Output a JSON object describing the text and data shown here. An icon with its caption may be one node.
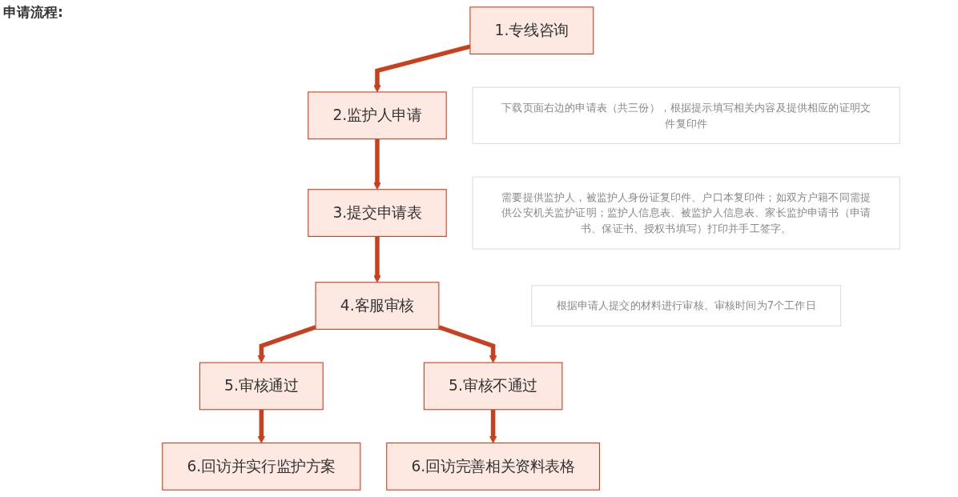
{
  "diagram": {
    "title": "申请流程:",
    "nodes": [
      {
        "text": [
          "1.专线咨询"
        ]
      },
      {
        "text": [
          "2.监护人申请"
        ]
      },
      {
        "text": [
          "下载页面右边的申请表（共三份），根据提示填写相关内容及提供相应的证明文件复印件"
        ]
      },
      {
        "text": [
          "3.提交申请表"
        ]
      },
      {
        "text": [
          "需要提供监护人，被监护人身份证复印件、户口本复印件；如双方户籍不同需提供公安机关监护证明；监护人信息表、被监护人信息表、家长监护申请书（申请书、保证书、授权书填写）打印并手工签字。"
        ]
      },
      {
        "text": [
          "4.客服审核"
        ]
      },
      {
        "text": [
          "根据申请人提交的材料进行审核。审核时间为7个工作日"
        ]
      },
      {
        "text": [
          "5.审核通过"
        ]
      },
      {
        "text": [
          "5.审核不通过"
        ]
      },
      {
        "text": [
          "6.回访并实行监护方案"
        ]
      },
      {
        "text": [
          "6.回访完善相关资料表格"
        ]
      }
    ],
    "edges": [
      {
        "from": 0,
        "to": 1,
        "arrow": "to"
      },
      {
        "from": 1,
        "to": 3,
        "arrow": "to"
      },
      {
        "from": 3,
        "to": 5,
        "arrow": "to"
      },
      {
        "from": 5,
        "to": 7,
        "arrow": "to"
      },
      {
        "from": 5,
        "to": 8,
        "arrow": "to"
      },
      {
        "from": 7,
        "to": 9,
        "arrow": "to"
      },
      {
        "from": 8,
        "to": 10,
        "arrow": "to"
      }
    ]
  }
}
